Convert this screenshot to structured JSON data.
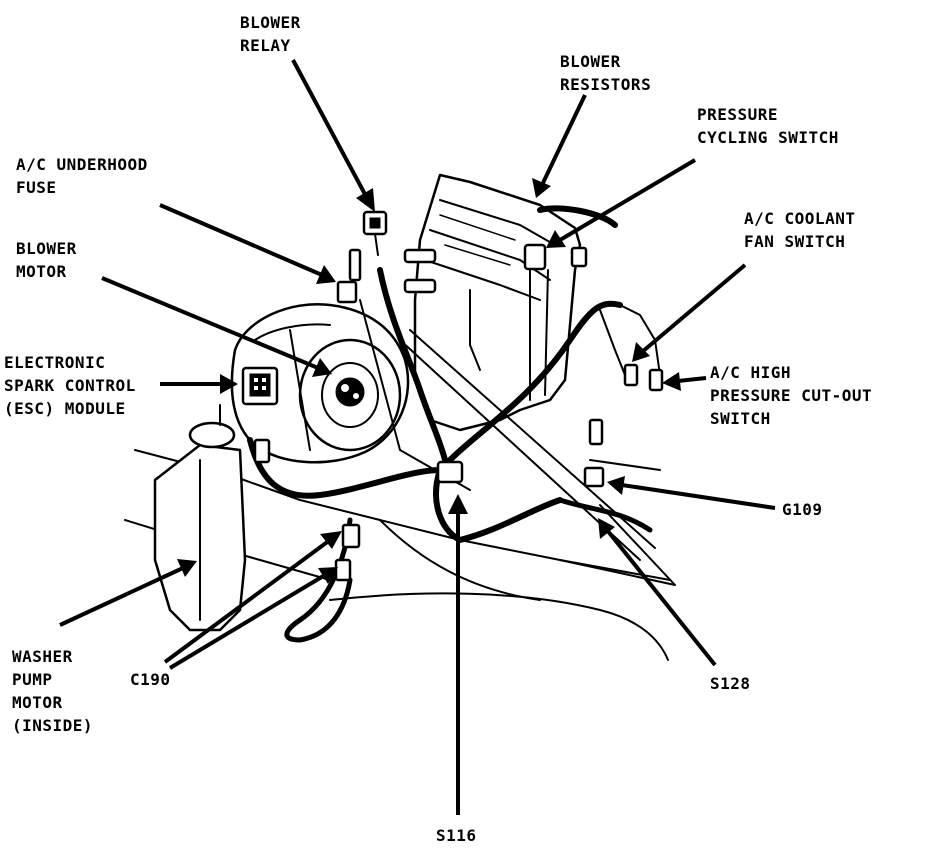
{
  "diagram": {
    "labels": {
      "blower_relay": [
        "BLOWER",
        "RELAY"
      ],
      "blower_resistors": [
        "BLOWER",
        "RESISTORS"
      ],
      "pressure_cycling_switch": [
        "PRESSURE",
        "CYCLING SWITCH"
      ],
      "ac_underhood_fuse": [
        "A/C UNDERHOOD",
        "FUSE"
      ],
      "ac_coolant_fan_switch": [
        "A/C COOLANT",
        "FAN SWITCH"
      ],
      "blower_motor": [
        "BLOWER",
        "MOTOR"
      ],
      "esc_module": [
        "ELECTRONIC",
        "SPARK CONTROL",
        "(ESC) MODULE"
      ],
      "ac_high_pressure_cutout_switch": [
        "A/C HIGH",
        "PRESSURE CUT-OUT",
        "SWITCH"
      ],
      "g109": [
        "G109"
      ],
      "washer_pump_motor": [
        "WASHER",
        "PUMP",
        "MOTOR",
        "(INSIDE)"
      ],
      "c190": [
        "C190"
      ],
      "s128": [
        "S128"
      ],
      "s116": [
        "S116"
      ]
    },
    "colors": {
      "ink": "#000000",
      "paper": "#ffffff"
    }
  }
}
